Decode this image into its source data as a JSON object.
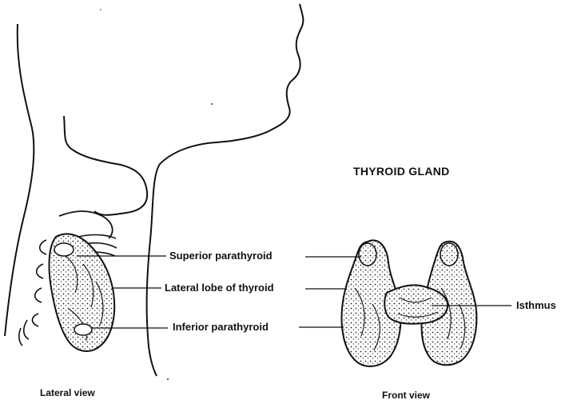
{
  "title": "THYROID GLAND",
  "labels": {
    "superior_parathyroid": "Superior parathyroid",
    "lateral_lobe": "Lateral lobe of thyroid",
    "inferior_parathyroid": "Inferior parathyroid",
    "isthmus": "Isthmus"
  },
  "captions": {
    "lateral_view": "Lateral view",
    "front_view": "Front view"
  },
  "colors": {
    "ink": "#111111",
    "background": "#ffffff"
  }
}
